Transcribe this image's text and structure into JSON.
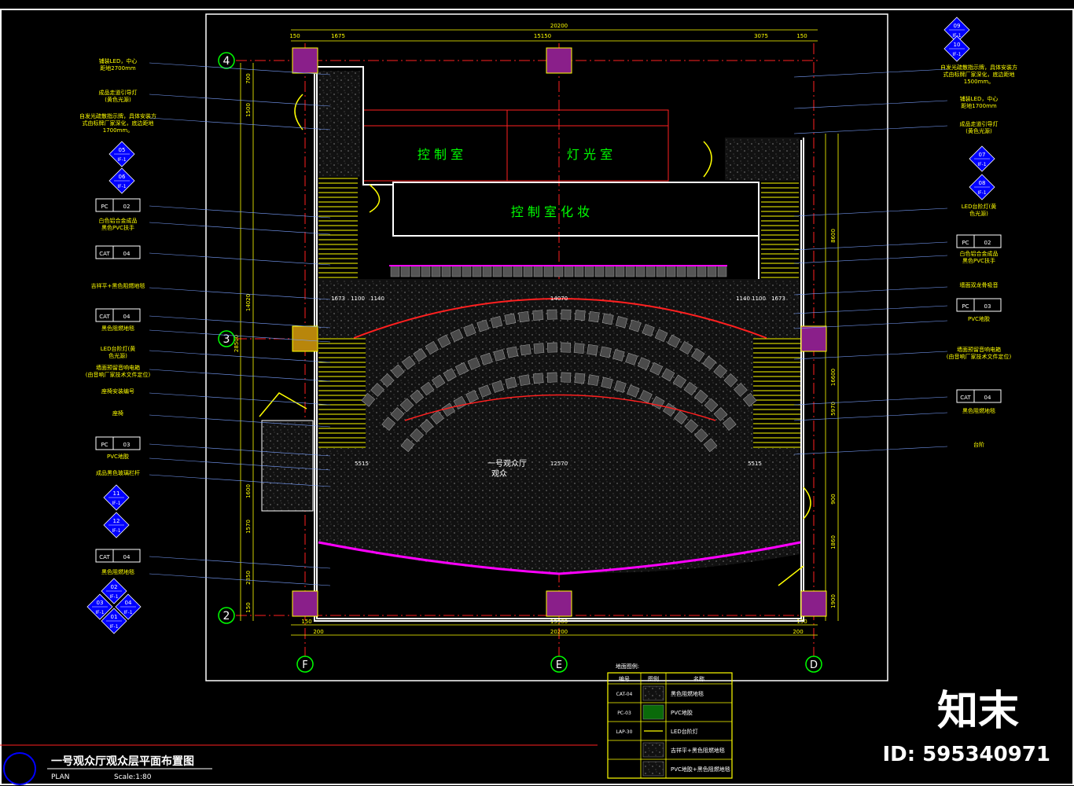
{
  "title": {
    "main": "一号观众厅观众层平面布置图",
    "sub": "PLAN",
    "scale": "Scale:1:80"
  },
  "dims_top": [
    "150",
    "1675",
    "20200",
    "15150",
    "3075",
    "150"
  ],
  "dims_bottom": [
    "150",
    "15300",
    "20200",
    "150",
    "200",
    "200"
  ],
  "dims_left": [
    "700",
    "1500",
    "14020",
    "1600",
    "1570",
    "2350",
    "150"
  ],
  "dims_right": [
    "8600",
    "16600",
    "5970",
    "900",
    "1860",
    "1900"
  ],
  "axis_rows": [
    "4",
    "3",
    "2"
  ],
  "axis_cols": [
    "F",
    "E",
    "D"
  ],
  "rooms": {
    "room1": "控 制 室",
    "room2": "灯 光 室",
    "room3": "控 制 室 化 妆",
    "hall": "一号观众厅",
    "hall_sub": "观众"
  },
  "inner_dims": [
    "1673",
    "1100",
    "1140",
    "14070",
    "1140",
    "1100",
    "1673",
    "5515",
    "12570",
    "5515"
  ],
  "left_labels": [
    "铺装LED，中心\n距地2700mm",
    "成品走道引导灯\n(黄色光源)",
    "自发光疏散指示牌，具体安装方\n式由标牌厂家深化，底边距地\n1700mm。",
    "PC  02",
    "白色铝合金成品\n黑色PVC扶手",
    "CAT  04",
    "吉祥平+黑色阻燃地毯",
    "CAT  04",
    "黑色阻燃地毯",
    "LED台阶灯(黄\n色光源)",
    "墙面预留音响电箱\n(由音响厂家技术文件定位)",
    "座椅安装编号",
    "座椅",
    "PC  03",
    "PVC地胶",
    "成品黑色玻璃栏杆",
    "CAT  04",
    "黑色阻燃地毯"
  ],
  "right_labels": [
    "自发光疏散指示牌，具体安装方\n式由标牌厂家深化，底边距地\n1500mm。",
    "铺装LED，中心\n距地1700mm",
    "成品走道引导灯\n(黄色光源)",
    "LED台阶灯(黄\n色光源)",
    "PC  02",
    "白色铝合金成品\n黑色PVC扶手",
    "墙面双龙骨吸音",
    "PC  03",
    "PVC地胶",
    "墙面预留音响电箱\n(由音响厂家技术文件定位)",
    "CAT  04",
    "黑色阻燃地毯",
    "台阶"
  ],
  "markers_left": [
    "05",
    "06",
    "11",
    "12",
    "02",
    "03",
    "04",
    "01"
  ],
  "markers_right": [
    "09",
    "10",
    "07",
    "08"
  ],
  "marker_sub": "IF-1",
  "legend": {
    "header": [
      "编号",
      "图例",
      "名称"
    ],
    "rows": [
      [
        "CAT-04",
        "",
        "黑色阻燃地毯"
      ],
      [
        "PC-03",
        "",
        "PVC地胶"
      ],
      [
        "LAP-30",
        "",
        "LED台阶灯"
      ],
      [
        "",
        "",
        "吉祥平+黑色阻燃地毯"
      ],
      [
        "",
        "",
        "PVC地胶+黑色阻燃地毯"
      ]
    ]
  },
  "watermark": {
    "logo": "知末",
    "id": "ID: 595340971"
  },
  "colors": {
    "line": "#ffff00",
    "red": "#ff2020",
    "magenta": "#ff00ff",
    "green": "#00ff00",
    "white": "#ffffff",
    "blue": "#0000ff",
    "column": "#8a1f8a"
  }
}
